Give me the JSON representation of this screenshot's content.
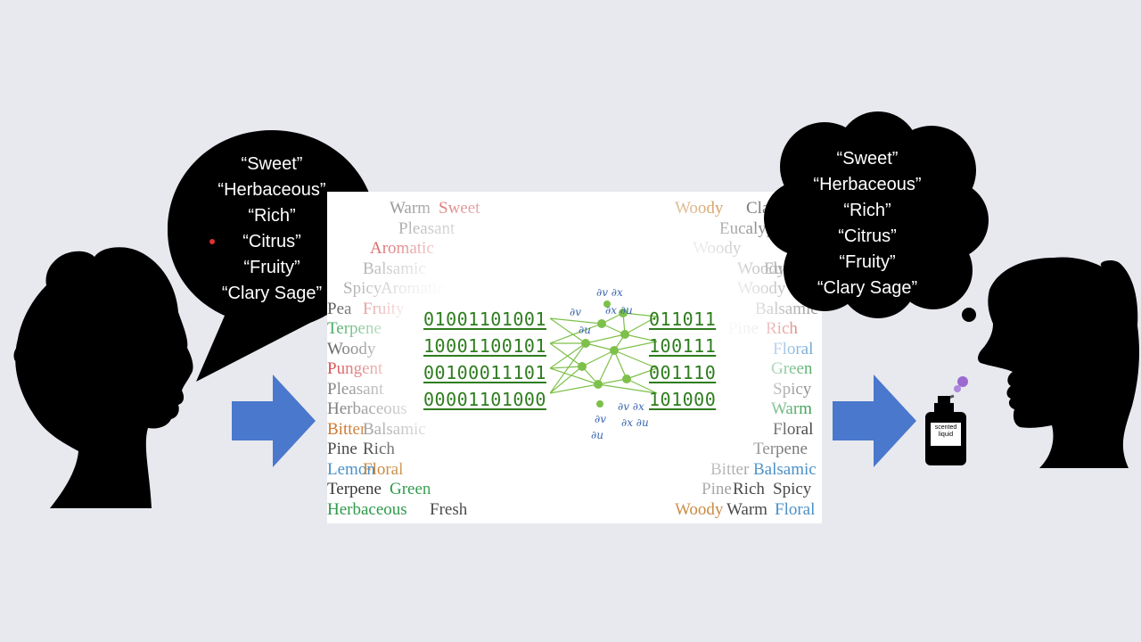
{
  "speech_bubble": {
    "descriptors": [
      "“Sweet”",
      "“Herbaceous”",
      "“Rich”",
      "“Citrus”",
      "“Fruity”",
      "“Clary Sage”"
    ]
  },
  "thought_bubble": {
    "descriptors": [
      "“Sweet”",
      "“Herbaceous”",
      "“Rich”",
      "“Citrus”",
      "“Fruity”",
      "“Clary Sage”"
    ]
  },
  "model_panel": {
    "input_bits": [
      "01001101001",
      "10001100101",
      "00100011101",
      "00001101000"
    ],
    "output_bits": [
      "011011",
      "100111",
      "001110",
      "101000"
    ],
    "math_labels": [
      "∂v",
      "∂v ∂x",
      "∂u",
      "∂x ∂u",
      "∂v",
      "∂v ∂x",
      "∂u",
      "∂x ∂u"
    ],
    "background_words": [
      {
        "text": "Warm",
        "color": "#9a9a9a"
      },
      {
        "text": "Sweet",
        "color": "#d05050"
      },
      {
        "text": "Woody",
        "color": "#c98a40"
      },
      {
        "text": "Clary",
        "color": "#7a7a7a"
      },
      {
        "text": "Pleasant",
        "color": "#9a9a9a"
      },
      {
        "text": "Eucalyptus",
        "color": "#7a7a7a"
      },
      {
        "text": "Aromatic",
        "color": "#d04848"
      },
      {
        "text": "Woody",
        "color": "#9a9a9a"
      },
      {
        "text": "Balsamic",
        "color": "#9a9a9a"
      },
      {
        "text": "Woody",
        "color": "#8a8a8a"
      },
      {
        "text": "Eucalyptus",
        "color": "#8a8a8a"
      },
      {
        "text": "Spicy",
        "color": "#9a9a9a"
      },
      {
        "text": "Aromatic",
        "color": "#9a9a9a"
      },
      {
        "text": "Woody",
        "color": "#9a9a9a"
      },
      {
        "text": "Pea",
        "color": "#4a4a4a"
      },
      {
        "text": "Fruity",
        "color": "#d05050"
      },
      {
        "text": "Balsamic",
        "color": "#8a8a8a"
      },
      {
        "text": "Terpene",
        "color": "#2e9a4a"
      },
      {
        "text": "Pine",
        "color": "#9a9a9a"
      },
      {
        "text": "Rich",
        "color": "#d04848"
      },
      {
        "text": "Woody",
        "color": "#4a4a4a"
      },
      {
        "text": "Floral",
        "color": "#4a90c8"
      },
      {
        "text": "Pungent",
        "color": "#d03838"
      },
      {
        "text": "Green",
        "color": "#2e9a4a"
      },
      {
        "text": "Pleasant",
        "color": "#7a7a7a"
      },
      {
        "text": "Spicy",
        "color": "#7a7a7a"
      },
      {
        "text": "Herbaceous",
        "color": "#7a7a7a"
      },
      {
        "text": "Warm",
        "color": "#2e9a4a"
      },
      {
        "text": "Bitter",
        "color": "#d07830"
      },
      {
        "text": "Balsamic",
        "color": "#8a8a8a"
      },
      {
        "text": "Floral",
        "color": "#4a4a4a"
      },
      {
        "text": "Pine",
        "color": "#4a4a4a"
      },
      {
        "text": "Rich",
        "color": "#4a4a4a"
      },
      {
        "text": "Terpene",
        "color": "#7a7a7a"
      },
      {
        "text": "Lemon",
        "color": "#4a90c8"
      },
      {
        "text": "Floral",
        "color": "#c98a40"
      },
      {
        "text": "Bitter",
        "color": "#9a9a9a"
      },
      {
        "text": "Balsamic",
        "color": "#4a90c8"
      },
      {
        "text": "Terpene",
        "color": "#3a3a3a"
      },
      {
        "text": "Green",
        "color": "#2e9a4a"
      },
      {
        "text": "Pine",
        "color": "#9a9a9a"
      },
      {
        "text": "Rich",
        "color": "#4a4a4a"
      },
      {
        "text": "Spicy",
        "color": "#4a4a4a"
      },
      {
        "text": "Herbaceous",
        "color": "#2e9a4a"
      },
      {
        "text": "Fresh",
        "color": "#4a4a4a"
      },
      {
        "text": "Woody",
        "color": "#c98a40"
      },
      {
        "text": "Warm",
        "color": "#4a4a4a"
      },
      {
        "text": "Floral",
        "color": "#4a90c8"
      }
    ]
  },
  "bottle": {
    "label": "scented liquid"
  },
  "colors": {
    "background": "#e8e9ee",
    "arrow": "#4a78cc",
    "silhouette": "#000000",
    "network": "#7dc04a",
    "binary": "#2e7d1e",
    "bullet": "#e03030"
  }
}
